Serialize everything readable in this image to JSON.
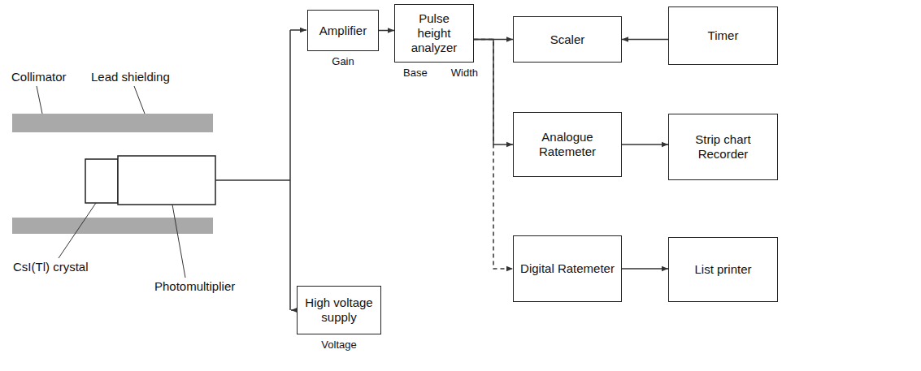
{
  "diagram": {
    "nodes": [
      {
        "text": [
          "Amplifier",
          "Gain"
        ]
      },
      {
        "text": [
          "Pulse height analyzer",
          "Base",
          "Width"
        ]
      },
      {
        "text": [
          "Scaler"
        ]
      },
      {
        "text": [
          "Timer"
        ]
      },
      {
        "text": [
          "Analogue Ratemeter"
        ]
      },
      {
        "text": [
          "Strip chart Recorder"
        ]
      },
      {
        "text": [
          "Digital Ratemeter"
        ]
      },
      {
        "text": [
          "List printer"
        ]
      },
      {
        "text": [
          "High voltage supply",
          "Voltage"
        ]
      }
    ],
    "edges": [
      {
        "from": 0,
        "to": 1,
        "arrow": "to"
      },
      {
        "from": 1,
        "to": 2,
        "arrow": "to"
      },
      {
        "from": 1,
        "to": 4,
        "arrow": "to"
      },
      {
        "from": 1,
        "to": 6,
        "arrow": "to"
      },
      {
        "from": 3,
        "to": 2,
        "arrow": "to"
      },
      {
        "from": 4,
        "to": 5,
        "arrow": "to"
      },
      {
        "from": 6,
        "to": 7,
        "arrow": "to"
      }
    ],
    "labels": [
      "Collimator",
      "Lead shielding",
      "CsI(Tl) crystal",
      "Photomultiplier"
    ]
  }
}
